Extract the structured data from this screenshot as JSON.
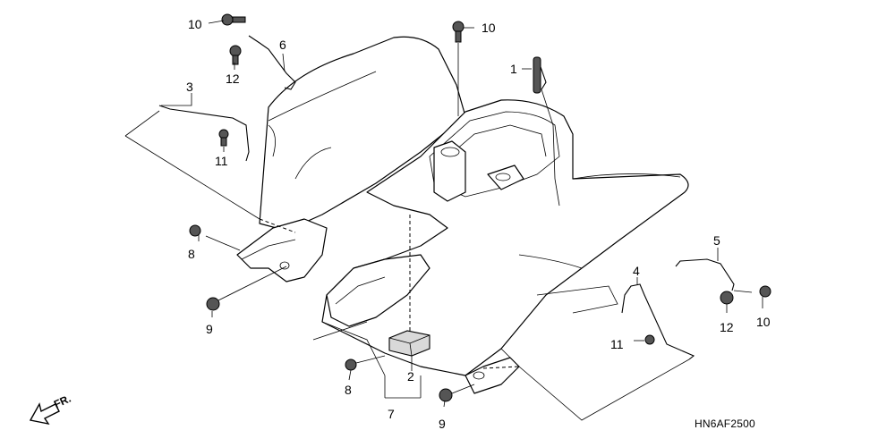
{
  "diagram": {
    "code": "HN6AF2500",
    "direction_label": "FR."
  },
  "callouts": [
    {
      "id": "c1",
      "text": "1"
    },
    {
      "id": "c2",
      "text": "2"
    },
    {
      "id": "c3",
      "text": "3"
    },
    {
      "id": "c4",
      "text": "4"
    },
    {
      "id": "c5",
      "text": "5"
    },
    {
      "id": "c6",
      "text": "6"
    },
    {
      "id": "c7",
      "text": "7"
    },
    {
      "id": "c8a",
      "text": "8"
    },
    {
      "id": "c8b",
      "text": "8"
    },
    {
      "id": "c9a",
      "text": "9"
    },
    {
      "id": "c9b",
      "text": "9"
    },
    {
      "id": "c10a",
      "text": "10"
    },
    {
      "id": "c10b",
      "text": "10"
    },
    {
      "id": "c10c",
      "text": "10"
    },
    {
      "id": "c11a",
      "text": "11"
    },
    {
      "id": "c11b",
      "text": "11"
    },
    {
      "id": "c12a",
      "text": "12"
    },
    {
      "id": "c12b",
      "text": "12"
    }
  ]
}
